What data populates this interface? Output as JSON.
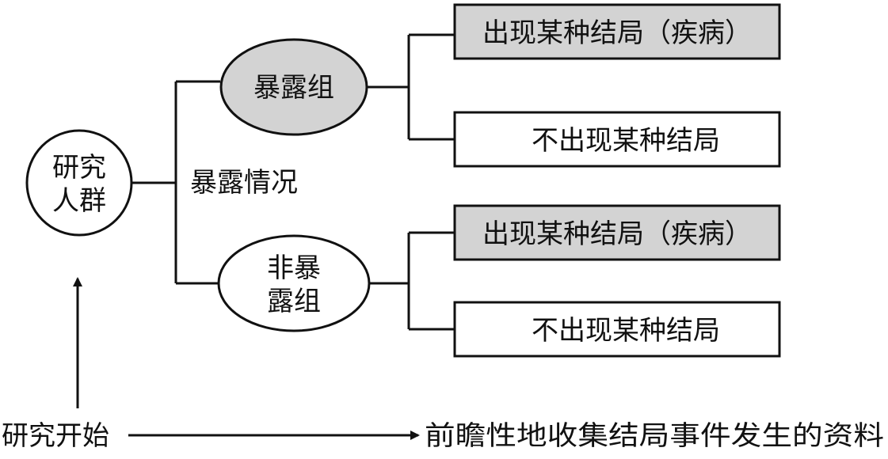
{
  "population": {
    "line1": "研究",
    "line2": "人群"
  },
  "exposure_label": "暴露情况",
  "exposed_group": {
    "label": "暴露组",
    "fill": "#d3d3d3"
  },
  "unexposed_group": {
    "line1": "非暴",
    "line2": "露组",
    "fill": "#ffffff"
  },
  "outcomes": {
    "exposed_yes": {
      "label": "出现某种结局（疾病）",
      "fill": "#d3d3d3"
    },
    "exposed_no": {
      "label": "不出现某种结局",
      "fill": "#ffffff"
    },
    "unexposed_yes": {
      "label": "出现某种结局（疾病）",
      "fill": "#d3d3d3"
    },
    "unexposed_no": {
      "label": "不出现某种结局",
      "fill": "#ffffff"
    }
  },
  "timeline": {
    "start_label": "研究开始",
    "end_label": "前瞻性地收集结局事件发生的资料"
  },
  "colors": {
    "stroke": "#111111",
    "shaded": "#d3d3d3"
  }
}
